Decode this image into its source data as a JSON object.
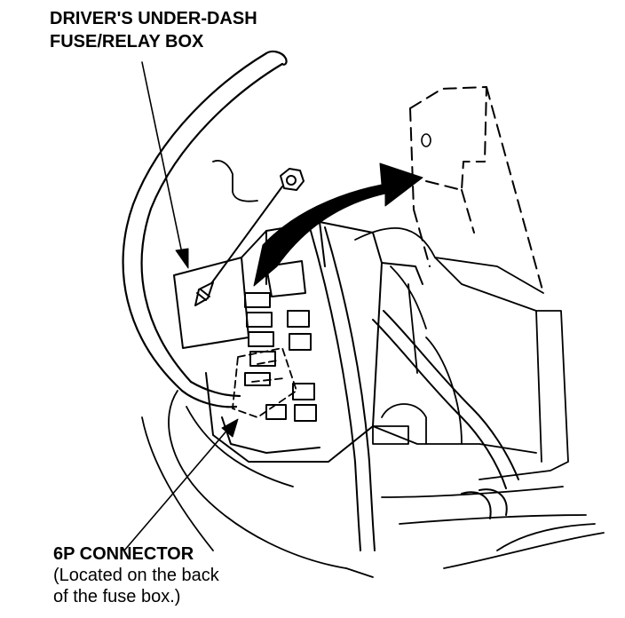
{
  "labels": {
    "fuse_box_line1": "DRIVER'S UNDER-DASH",
    "fuse_box_line2": "FUSE/RELAY BOX",
    "connector_title": "6P CONNECTOR",
    "connector_note_line1": "(Located on the back",
    "connector_note_line2": "of the fuse box.)"
  },
  "colors": {
    "ink": "#000000",
    "paper": "#ffffff"
  }
}
